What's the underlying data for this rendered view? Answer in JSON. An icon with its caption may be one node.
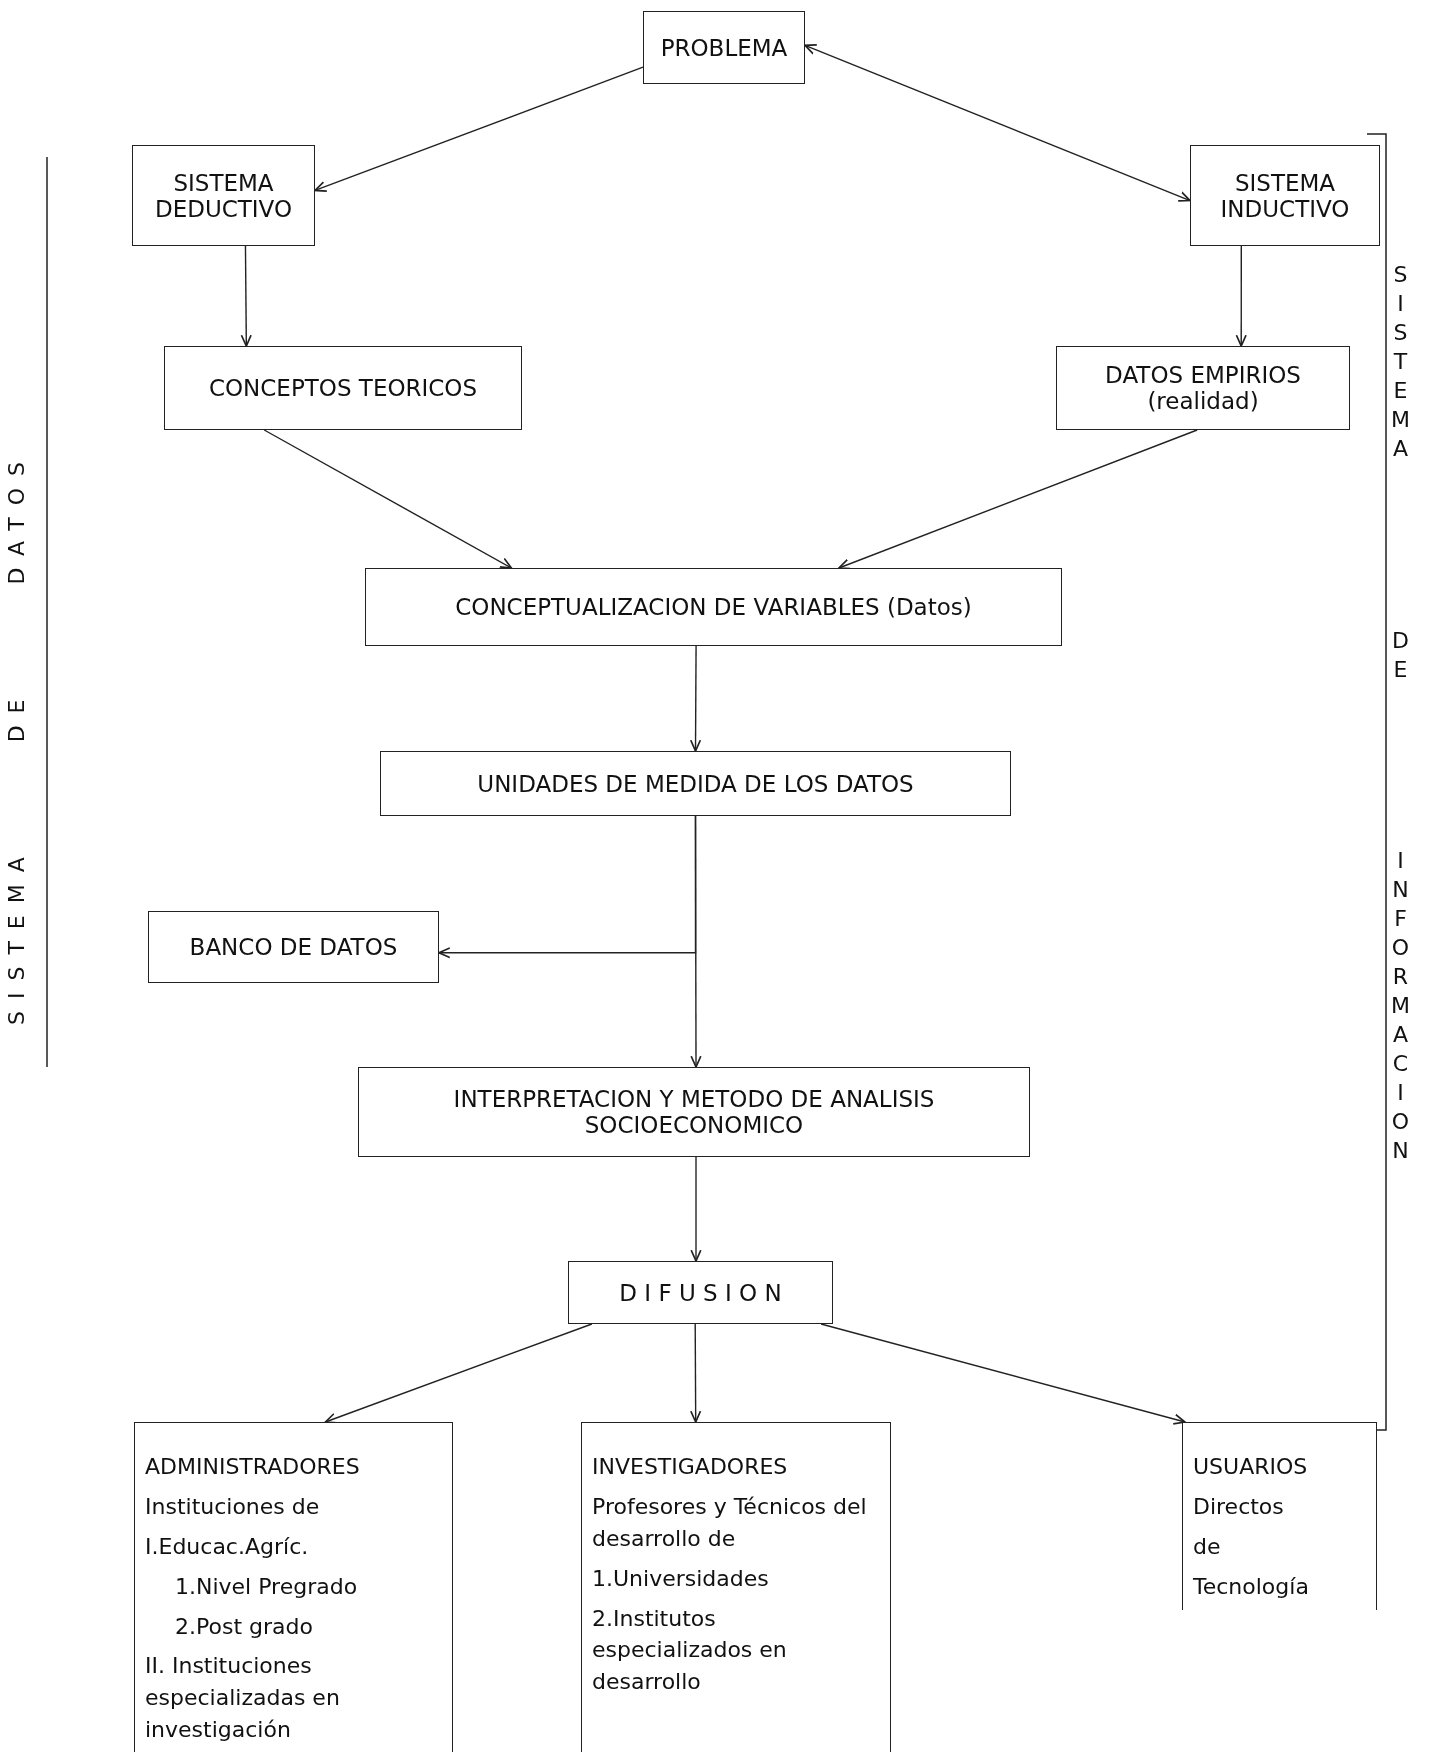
{
  "diagram": {
    "nodes": [
      {
        "text": [
          "PROBLEMA"
        ]
      },
      {
        "text": [
          "SISTEMA DEDUCTIVO"
        ]
      },
      {
        "text": [
          "SISTEMA INDUCTIVO"
        ]
      },
      {
        "text": [
          "CONCEPTOS TEORICOS"
        ]
      },
      {
        "text": [
          "DATOS EMPIRIOS",
          "(realidad)"
        ]
      },
      {
        "text": [
          "CONCEPTUALIZACION DE VARIABLES (Datos)"
        ]
      },
      {
        "text": [
          "UNIDADES DE MEDIDA DE LOS DATOS"
        ]
      },
      {
        "text": [
          "BANCO DE DATOS"
        ]
      },
      {
        "text": [
          "INTERPRETACION Y METODO DE ANALISIS SOCIOECONOMICO"
        ]
      },
      {
        "text": [
          "D I F U S I O N"
        ]
      },
      {
        "text": [
          "ADMINISTRADORES",
          "Instituciones de",
          "I.Educac.Agríc.",
          "1.Nivel Pregrado",
          "2.Post grado",
          "II. Instituciones especializadas en investigación"
        ]
      },
      {
        "text": [
          "INVESTIGADORES",
          "Profesores y Técnicos del desarrollo de",
          "1.Universidades",
          "2.Institutos especializados en desarrollo"
        ]
      },
      {
        "text": [
          "USUARIOS",
          "Directos",
          "de",
          "Tecnología"
        ]
      }
    ],
    "edges": [
      {
        "from": 0,
        "to": 1,
        "arrow": "to"
      },
      {
        "from": 0,
        "to": 2,
        "arrow": "both"
      },
      {
        "from": 1,
        "to": 3,
        "arrow": "to"
      },
      {
        "from": 2,
        "to": 4,
        "arrow": "to"
      },
      {
        "from": 3,
        "to": 5,
        "arrow": "to"
      },
      {
        "from": 4,
        "to": 5,
        "arrow": "to"
      },
      {
        "from": 5,
        "to": 6,
        "arrow": "to"
      },
      {
        "from": 6,
        "to": 8,
        "arrow": "to"
      },
      {
        "from": 6,
        "to": 7,
        "arrow": "to"
      },
      {
        "from": 8,
        "to": 9,
        "arrow": "to"
      },
      {
        "from": 9,
        "to": 10,
        "arrow": "to"
      },
      {
        "from": 9,
        "to": 11,
        "arrow": "to"
      },
      {
        "from": 9,
        "to": 12,
        "arrow": "to"
      }
    ],
    "labels": [
      "SISTEMA DE DATOS",
      "SISTEMA DE INFORMACION"
    ]
  }
}
